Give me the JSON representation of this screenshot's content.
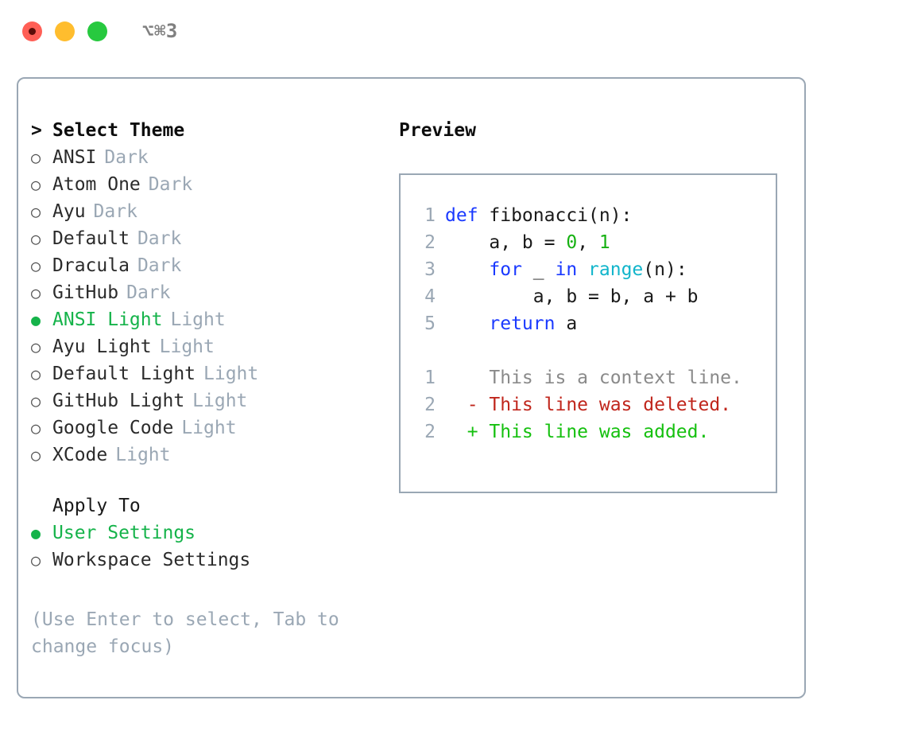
{
  "titlebar": {
    "shortcut": "⌥⌘3",
    "dots": [
      {
        "name": "close",
        "color": "#ff5f56"
      },
      {
        "name": "minimize",
        "color": "#ffbd2e"
      },
      {
        "name": "maximize",
        "color": "#27c93f"
      }
    ]
  },
  "theme_list": {
    "header_marker": ">",
    "header_label": "Select Theme",
    "marker_off": "○",
    "marker_on": "●",
    "items": [
      {
        "marker": "○",
        "name": "ANSI",
        "tag": "Dark",
        "selected": false
      },
      {
        "marker": "○",
        "name": "Atom One",
        "tag": "Dark",
        "selected": false
      },
      {
        "marker": "○",
        "name": "Ayu",
        "tag": "Dark",
        "selected": false
      },
      {
        "marker": "○",
        "name": "Default",
        "tag": "Dark",
        "selected": false
      },
      {
        "marker": "○",
        "name": "Dracula",
        "tag": "Dark",
        "selected": false
      },
      {
        "marker": "○",
        "name": "GitHub",
        "tag": "Dark",
        "selected": false
      },
      {
        "marker": "●",
        "name": "ANSI Light",
        "tag": "Light",
        "selected": true
      },
      {
        "marker": "○",
        "name": "Ayu Light",
        "tag": "Light",
        "selected": false
      },
      {
        "marker": "○",
        "name": "Default Light",
        "tag": "Light",
        "selected": false
      },
      {
        "marker": "○",
        "name": "GitHub Light",
        "tag": "Light",
        "selected": false
      },
      {
        "marker": "○",
        "name": "Google Code",
        "tag": "Light",
        "selected": false
      },
      {
        "marker": "○",
        "name": "XCode",
        "tag": "Light",
        "selected": false
      }
    ]
  },
  "apply_to": {
    "heading": "Apply To",
    "options": [
      {
        "marker": "●",
        "label": "User Settings",
        "selected": true
      },
      {
        "marker": "○",
        "label": "Workspace Settings",
        "selected": false
      }
    ]
  },
  "hint": "(Use Enter to select, Tab to change focus)",
  "preview": {
    "title": "Preview",
    "code": [
      {
        "lineno": "1",
        "tokens": [
          {
            "text": "def ",
            "type": "kw"
          },
          {
            "text": "fibonacci(n):",
            "type": "plain"
          }
        ]
      },
      {
        "lineno": "2",
        "tokens": [
          {
            "text": "    a, b = ",
            "type": "plain"
          },
          {
            "text": "0",
            "type": "num"
          },
          {
            "text": ", ",
            "type": "plain"
          },
          {
            "text": "1",
            "type": "num"
          }
        ]
      },
      {
        "lineno": "3",
        "tokens": [
          {
            "text": "    ",
            "type": "plain"
          },
          {
            "text": "for",
            "type": "kw"
          },
          {
            "text": " _ ",
            "type": "plain"
          },
          {
            "text": "in",
            "type": "kw"
          },
          {
            "text": " ",
            "type": "plain"
          },
          {
            "text": "range",
            "type": "fn"
          },
          {
            "text": "(n):",
            "type": "plain"
          }
        ]
      },
      {
        "lineno": "4",
        "tokens": [
          {
            "text": "        a, b = b, a + b",
            "type": "plain"
          }
        ]
      },
      {
        "lineno": "5",
        "tokens": [
          {
            "text": "    ",
            "type": "plain"
          },
          {
            "text": "return",
            "type": "kw"
          },
          {
            "text": " a",
            "type": "plain"
          }
        ]
      }
    ],
    "diff": [
      {
        "lineno": "1",
        "sign": " ",
        "text": "This is a context line.",
        "type": "ctx"
      },
      {
        "lineno": "2",
        "sign": "-",
        "text": "This line was deleted.",
        "type": "del"
      },
      {
        "lineno": "2",
        "sign": "+",
        "text": "This line was added.",
        "type": "add"
      }
    ]
  },
  "colors": {
    "accent_green": "#15b34a",
    "muted": "#9aa7b4",
    "border": "#9aa7b4",
    "keyword": "#1a39ff",
    "builtin": "#12b5cb",
    "number": "#16b112",
    "diff_add": "#15c00f",
    "diff_del": "#c0261c"
  }
}
